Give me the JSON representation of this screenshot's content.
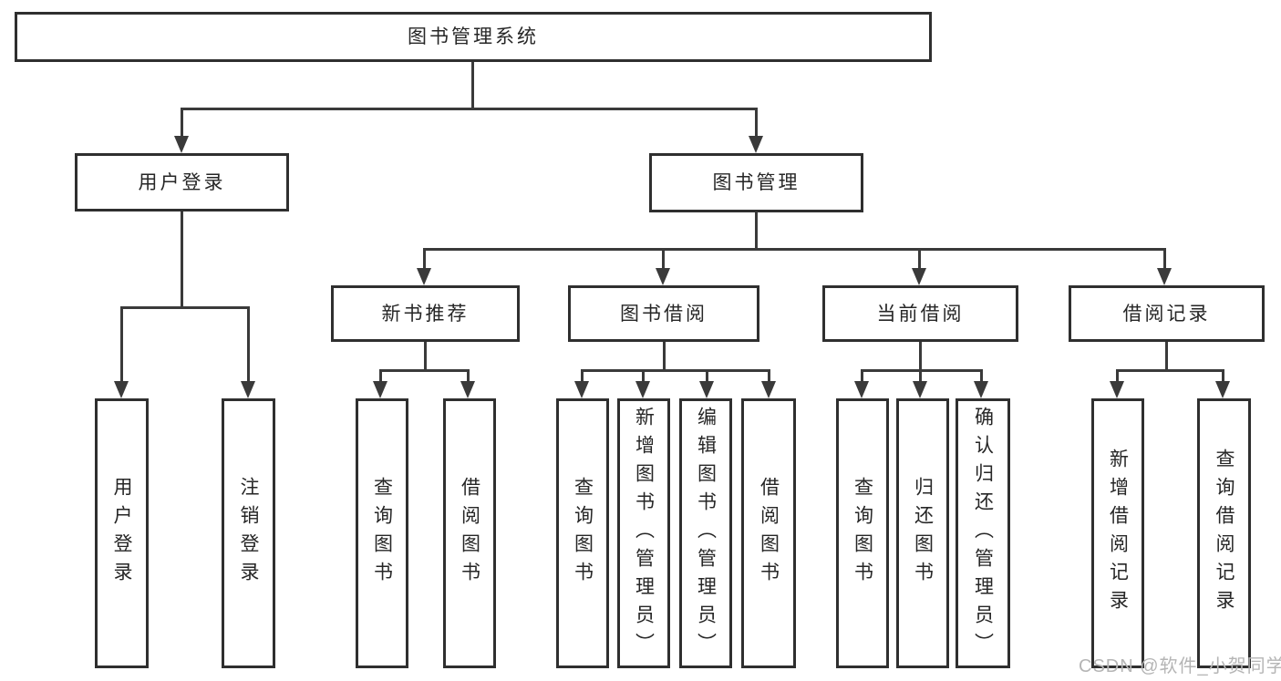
{
  "nodes": {
    "root": "图书管理系统",
    "level2": [
      "用户登录",
      "图书管理"
    ],
    "level3": [
      "新书推荐",
      "图书借阅",
      "当前借阅",
      "借阅记录"
    ],
    "leaves": {
      "user_login": [
        "用户登录",
        "注销登录"
      ],
      "new_books": [
        "查询图书",
        "借阅图书"
      ],
      "book_borrow": [
        "查询图书",
        "新增图书（管理员）",
        "编辑图书（管理员）",
        "借阅图书"
      ],
      "current_borrow": [
        "查询图书",
        "归还图书",
        "确认归还（管理员）"
      ],
      "borrow_records": [
        "新增借阅记录",
        "查询借阅记录"
      ]
    }
  },
  "watermark": "CSDN @软件_小贺同学",
  "colors": {
    "line": "#3a3a3a",
    "box_border": "#2f2f2f",
    "text": "#262626",
    "watermark": "#b5b5b5",
    "background": "#ffffff"
  }
}
